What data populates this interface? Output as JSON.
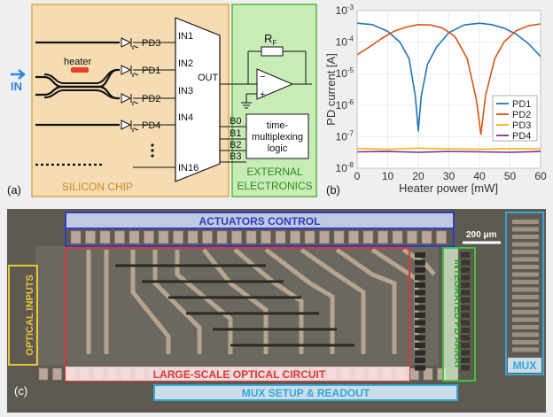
{
  "panel_a": {
    "label": "(a)",
    "in_label": "IN",
    "heater_label": "heater",
    "pd_labels": [
      "PD3",
      "PD1",
      "PD2",
      "PD4"
    ],
    "mux_inputs": [
      "IN1",
      "IN2",
      "IN3",
      "IN4",
      "IN16"
    ],
    "mux_out": "OUT",
    "rf_label": "R",
    "rf_sub": "F",
    "minus": "−",
    "plus": "+",
    "bits": [
      "B0",
      "B1",
      "B2",
      "B3"
    ],
    "logic_lines": [
      "time-",
      "multiplexing",
      "logic"
    ],
    "chip_label": "SILICON CHIP",
    "ext_lines": [
      "EXTERNAL",
      "ELECTRONICS"
    ],
    "colors": {
      "chip_bg": "#f5dcb2",
      "chip_border": "#d8a94e",
      "ext_bg": "#c8ecb6",
      "ext_border": "#57b33e",
      "in_arrow": "#2e86de",
      "heater": "#e8412a"
    }
  },
  "panel_b": {
    "label": "(b)",
    "chart_data": {
      "type": "line",
      "xlabel": "Heater power [mW]",
      "ylabel": "PD current [A]",
      "xlim": [
        0,
        60
      ],
      "ylim_log10": [
        -8,
        -3
      ],
      "yscale": "log",
      "x_ticks": [
        "0",
        "10",
        "20",
        "30",
        "40",
        "50",
        "60"
      ],
      "y_ticks": [
        {
          "base": "10",
          "exp": "-8"
        },
        {
          "base": "10",
          "exp": "-7"
        },
        {
          "base": "10",
          "exp": "-6"
        },
        {
          "base": "10",
          "exp": "-5"
        },
        {
          "base": "10",
          "exp": "-4"
        },
        {
          "base": "10",
          "exp": "-3"
        }
      ],
      "grid": true,
      "legend_position": "right",
      "series": [
        {
          "name": "PD1",
          "color": "#1f77b4",
          "x": [
            0,
            5,
            10,
            14,
            17,
            19,
            20,
            21,
            23,
            26,
            30,
            35,
            40,
            44,
            48,
            52,
            56,
            60
          ],
          "y": [
            0.0004,
            0.00036,
            0.00022,
            0.0001,
            3e-05,
            2e-06,
            1.5e-07,
            2e-06,
            2e-05,
            7e-05,
            0.0002,
            0.00035,
            0.0004,
            0.00036,
            0.00028,
            0.00018,
            9e-05,
            3.5e-05
          ]
        },
        {
          "name": "PD2",
          "color": "#d9541a",
          "x": [
            0,
            4,
            8,
            12,
            16,
            20,
            24,
            28,
            32,
            36,
            39,
            40.5,
            42,
            45,
            48,
            52,
            56,
            60
          ],
          "y": [
            4e-05,
            7e-05,
            0.00013,
            0.00022,
            0.0003,
            0.00036,
            0.00035,
            0.00028,
            0.00015,
            3e-05,
            1.5e-06,
            1.2e-07,
            2e-06,
            3e-05,
            0.0001,
            0.00023,
            0.00033,
            0.00038
          ]
        },
        {
          "name": "PD3",
          "color": "#edb120",
          "x": [
            0,
            10,
            20,
            30,
            40,
            50,
            60
          ],
          "y": [
            4.2e-08,
            4e-08,
            4.3e-08,
            4.1e-08,
            4e-08,
            4.2e-08,
            4.1e-08
          ]
        },
        {
          "name": "PD4",
          "color": "#7e2f8e",
          "x": [
            0,
            10,
            20,
            30,
            40,
            50,
            60
          ],
          "y": [
            3.3e-08,
            3.4e-08,
            3.2e-08,
            3.4e-08,
            3.3e-08,
            3.2e-08,
            3.4e-08
          ]
        }
      ]
    }
  },
  "panel_c": {
    "label": "(c)",
    "actuators": "ACTUATORS CONTROL",
    "scale_bar": "200 μm",
    "optical_inputs": "OPTICAL INPUTS",
    "pd_array": "INTEGRATED PD ARRAY",
    "optical_circuit": "LARGE-SCALE OPTICAL CIRCUIT",
    "mux_setup": "MUX SETUP & READOUT",
    "mux": "MUX",
    "colors": {
      "blue": "#2d3fbf",
      "cyan": "#35a6d8",
      "red": "#d43a3a",
      "yellow": "#e8c43a",
      "green": "#41c241"
    }
  }
}
